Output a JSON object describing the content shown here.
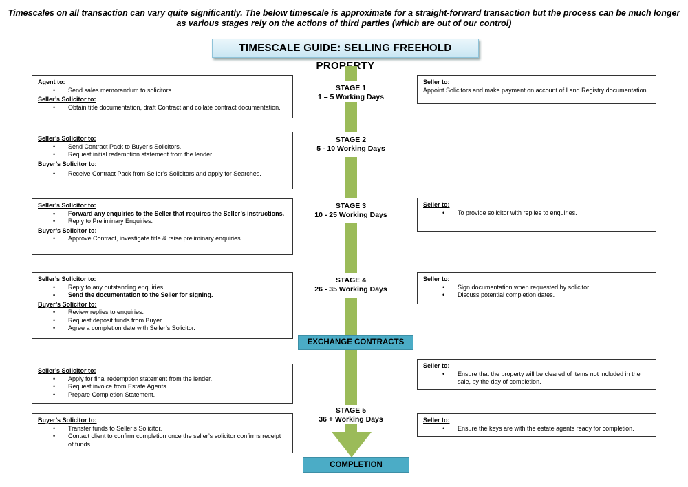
{
  "intro": "Timescales on all transaction can vary quite significantly. The below timescale is approximate for a straight-forward transaction but the process can be much longer as various stages rely on  the actions of third parties (which are out of our control)",
  "title": "TIMESCALE GUIDE: SELLING FREEHOLD PROPERTY",
  "stages": [
    {
      "name": "STAGE 1",
      "days": "1 – 5 Working Days"
    },
    {
      "name": "STAGE 2",
      "days": "5 - 10 Working Days"
    },
    {
      "name": "STAGE 3",
      "days": "10 - 25 Working Days"
    },
    {
      "name": "STAGE 4",
      "days": "26 - 35 Working Days"
    },
    {
      "name": "STAGE 5",
      "days": "36 + Working Days"
    }
  ],
  "banners": {
    "exchange": "EXCHANGE CONTRACTS",
    "completion": "COMPLETION"
  },
  "colors": {
    "flow_bar": "#9bbb59",
    "banner": "#4bacc6",
    "title_bg": "#c9e6f3"
  },
  "left": [
    {
      "sections": [
        {
          "head": "Agent to:",
          "items": [
            {
              "t": "Send sales memorandum to solicitors"
            }
          ]
        },
        {
          "head": "Seller’s Solicitor to:",
          "items": [
            {
              "t": "Obtain title documentation, draft Contract and collate contract documentation."
            }
          ]
        }
      ]
    },
    {
      "sections": [
        {
          "head": "Seller’s Solicitor to:",
          "items": [
            {
              "t": "Send Contract Pack to Buyer’s Solicitors."
            },
            {
              "t": "Request initial redemption statement from the lender."
            }
          ]
        },
        {
          "head": "Buyer’s Solicitor to:",
          "items": [
            {
              "t": "Receive Contract Pack from Seller’s Solicitors and apply for Searches."
            }
          ]
        }
      ]
    },
    {
      "sections": [
        {
          "head": "Seller’s Solicitor to:",
          "items": [
            {
              "t": "Forward any enquiries to the Seller that requires the Seller’s instructions.",
              "b": true
            },
            {
              "t": "Reply to Preliminary Enquiries."
            }
          ]
        },
        {
          "head": "Buyer’s Solicitor to:",
          "items": [
            {
              "t": "Approve Contract, investigate title & raise preliminary enquiries"
            }
          ]
        }
      ]
    },
    {
      "sections": [
        {
          "head": "Seller’s Solicitor to:",
          "items": [
            {
              "t": "Reply to any outstanding enquiries."
            },
            {
              "t": "Send the documentation to the Seller for signing.",
              "b": true
            }
          ]
        },
        {
          "head": "Buyer’s Solicitor to:",
          "items": [
            {
              "t": "Review replies to enquiries."
            },
            {
              "t": "Request deposit funds from Buyer."
            },
            {
              "t": "Agree a completion date with Seller’s Solicitor."
            }
          ]
        }
      ]
    },
    {
      "sections": [
        {
          "head": "Seller’s Solicitor to:",
          "items": [
            {
              "t": "Apply for final redemption statement from the lender."
            },
            {
              "t": "Request invoice from Estate Agents."
            },
            {
              "t": "Prepare Completion Statement."
            }
          ]
        }
      ]
    },
    {
      "sections": [
        {
          "head": "Buyer’s Solicitor to:",
          "items": [
            {
              "t": "Transfer funds to Seller’s Solicitor."
            },
            {
              "t": "Contact client to confirm completion once the seller’s solicitor confirms receipt of funds."
            }
          ]
        }
      ]
    }
  ],
  "right": [
    {
      "head": "Seller to:",
      "text": "Appoint Solicitors and make payment on account of Land Registry documentation."
    },
    {
      "head": "Seller to:",
      "items": [
        {
          "t": "To provide solicitor with replies to enquiries."
        }
      ]
    },
    {
      "head": "Seller to:",
      "items": [
        {
          "t": "Sign documentation when requested by solicitor."
        },
        {
          "t": "Discuss potential completion dates."
        }
      ]
    },
    {
      "head": "Seller to:",
      "items": [
        {
          "t": "Ensure that the property will be cleared of items not included in the sale, by the day of completion."
        }
      ]
    },
    {
      "head": "Seller to:",
      "items": [
        {
          "t": "Ensure the keys are with the estate agents ready for completion."
        }
      ]
    }
  ]
}
